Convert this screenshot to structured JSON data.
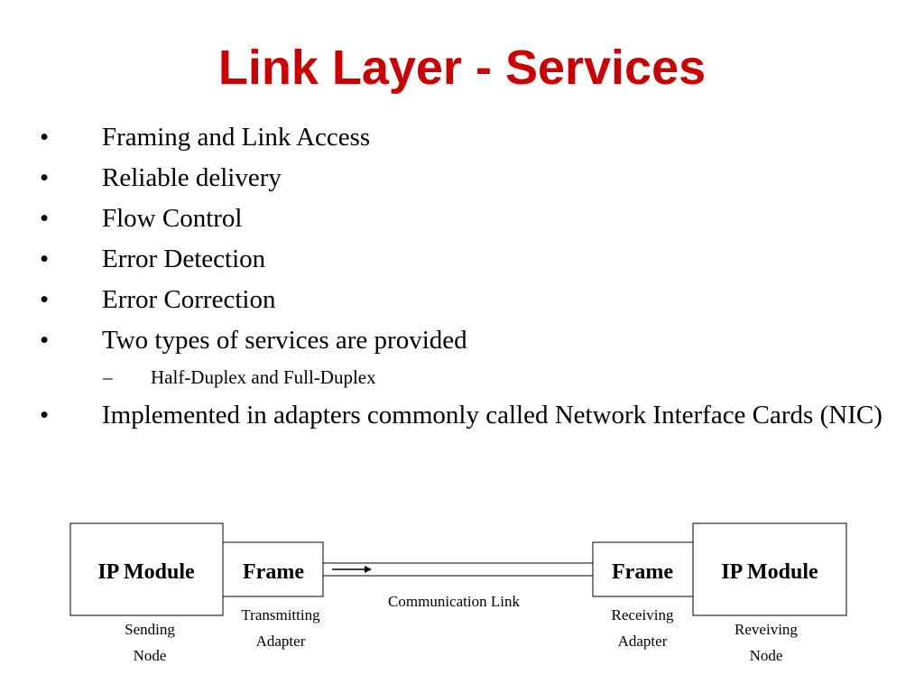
{
  "slide": {
    "title": "Link Layer - Services",
    "bullets": [
      {
        "mark": "•",
        "text": "Framing and Link Access"
      },
      {
        "mark": "•",
        "text": "Reliable delivery"
      },
      {
        "mark": "•",
        "text": "Flow Control"
      },
      {
        "mark": "•",
        "text": "Error Detection"
      },
      {
        "mark": "•",
        "text": "Error Correction"
      },
      {
        "mark": "•",
        "text": "Two types of services are provided"
      },
      {
        "mark": "•",
        "text": "Implemented in adapters commonly called Network Interface Cards (NIC)"
      }
    ],
    "sub_bullet": {
      "mark": "–",
      "text": "Half-Duplex and Full-Duplex"
    }
  },
  "diagram": {
    "left_ip_module": "IP Module",
    "left_frame": "Frame",
    "right_frame": "Frame",
    "right_ip_module": "IP Module",
    "link_label": "Communication Link",
    "sending_node": [
      "Sending",
      "Node"
    ],
    "transmitting_adapter": [
      "Transmitting",
      "Adapter"
    ],
    "receiving_adapter": [
      "Receiving",
      "Adapter"
    ],
    "receiving_node": [
      "Reveiving",
      "Node"
    ]
  }
}
